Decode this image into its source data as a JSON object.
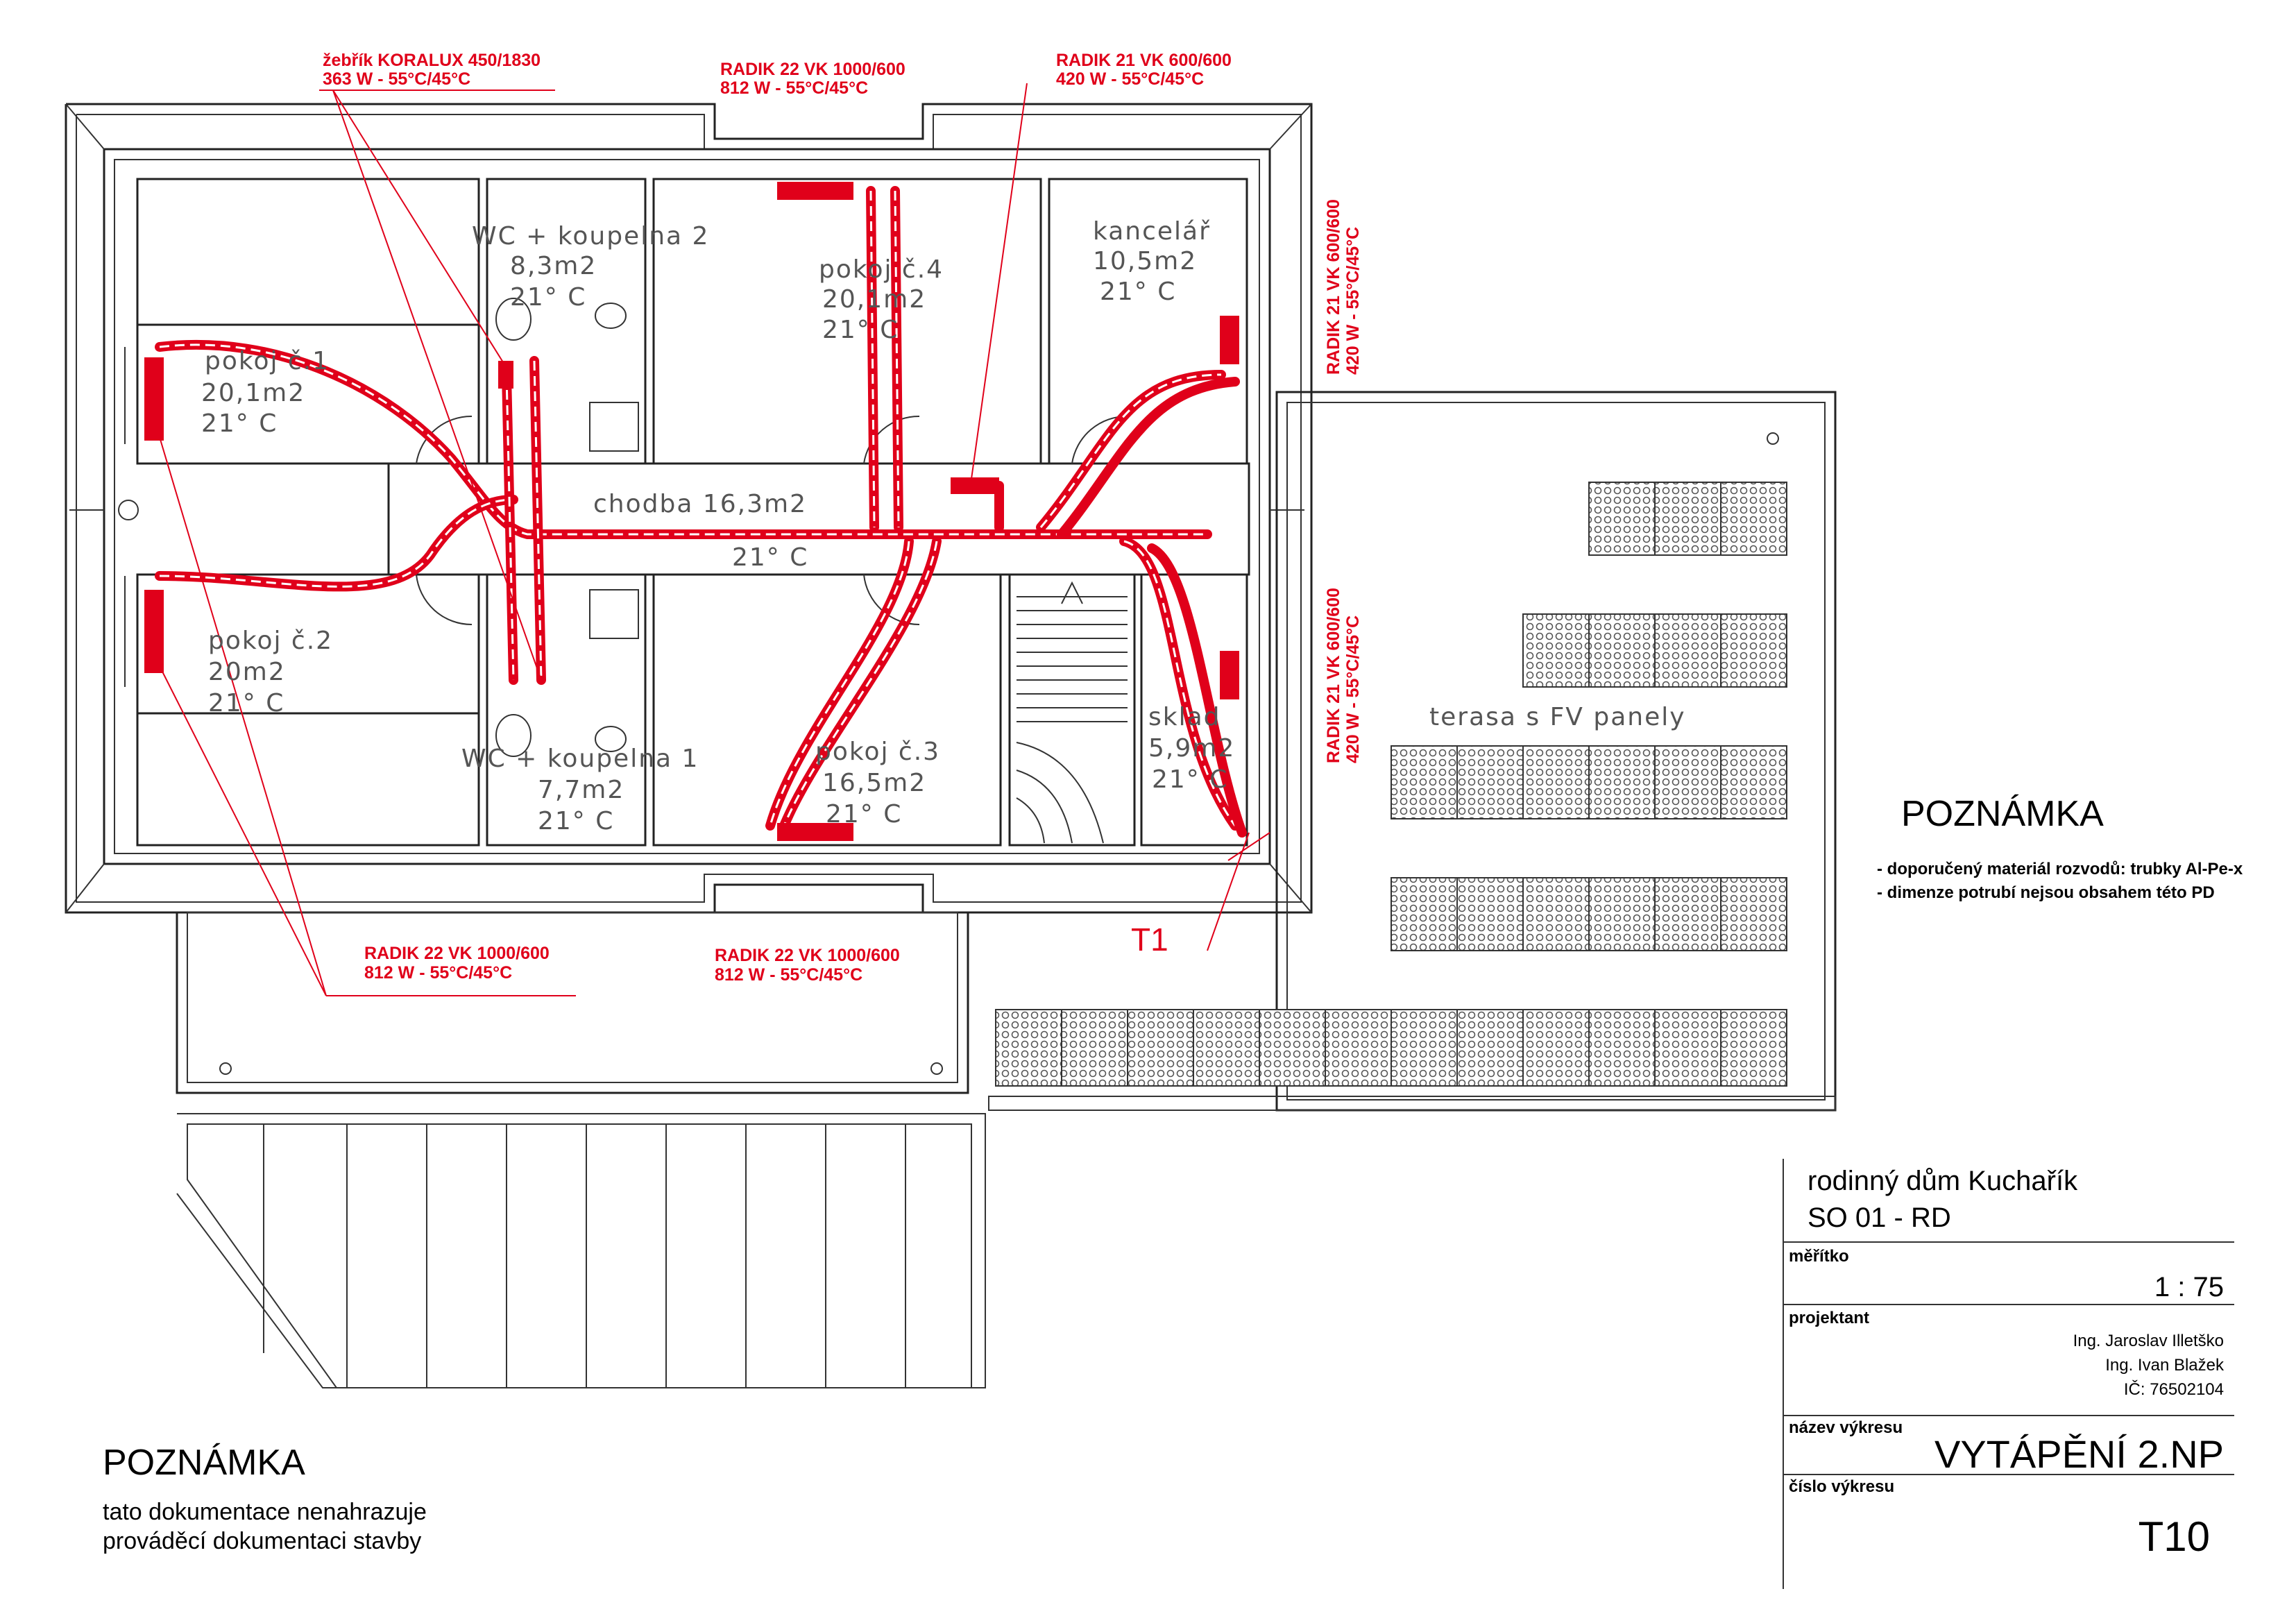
{
  "rooms": {
    "wc2": {
      "name": "WC + koupelna 2",
      "area": "8,3m2",
      "temp": "21° C"
    },
    "pokoj4": {
      "name": "pokoj č.4",
      "area": "20,1m2",
      "temp": "21° C"
    },
    "kancelar": {
      "name": "kancelář",
      "area": "10,5m2",
      "temp": "21° C"
    },
    "pokoj1": {
      "name": "pokoj č.1",
      "area": "20,1m2",
      "temp": "21° C"
    },
    "chodba": {
      "name": "chodba  16,3m2",
      "temp": "21° C"
    },
    "pokoj2": {
      "name": "pokoj č.2",
      "area": "20m2",
      "temp": "21° C"
    },
    "wc1": {
      "name": "WC + koupelna 1",
      "area": "7,7m2",
      "temp": "21° C"
    },
    "pokoj3": {
      "name": "pokoj č.3",
      "area": "16,5m2",
      "temp": "21° C"
    },
    "sklad": {
      "name": "sklad",
      "area": "5,9m2",
      "temp": "21° C"
    },
    "terasa": {
      "name": "terasa s FV panely"
    }
  },
  "radiators": {
    "r_zebrik": {
      "line1": "žebřík KORALUX 450/1830",
      "line2": "363 W -  55°C/45°C"
    },
    "r_top_mid": {
      "line1": "RADIK 22 VK 1000/600",
      "line2": "812 W -  55°C/45°C"
    },
    "r_top_right": {
      "line1": "RADIK 21 VK 600/600",
      "line2": "420 W -  55°C/45°C"
    },
    "r_side_top": {
      "line1": "RADIK 21 VK 600/600",
      "line2": "420 W -  55°C/45°C"
    },
    "r_side_bottom": {
      "line1": "RADIK 21 VK 600/600",
      "line2": "420 W -  55°C/45°C"
    },
    "r_bottom_left": {
      "line1": "RADIK 22 VK 1000/600",
      "line2": "812 W -  55°C/45°C"
    },
    "r_bottom_mid": {
      "line1": "RADIK 22 VK 1000/600",
      "line2": "812 W -  55°C/45°C"
    }
  },
  "t1_label": "T1",
  "note_right": {
    "heading": "POZNÁMKA",
    "lines": [
      "- doporučený materiál rozvodů: trubky Al-Pe-x",
      "- dimenze potrubí nejsou obsahem této PD"
    ]
  },
  "note_left": {
    "heading": "POZNÁMKA",
    "lines": [
      "tato dokumentace nenahrazuje",
      "prováděcí dokumentaci stavby"
    ]
  },
  "title_block": {
    "project": "rodinný dům Kuchařík",
    "object": "SO 01 - RD",
    "scale_label": "měřítko",
    "scale": "1 : 75",
    "designer_label": "projektant",
    "designers": [
      "Ing. Jaroslav Illetško",
      "Ing. Ivan Blažek",
      "IČ: 76502104"
    ],
    "drawing_name_label": "název výkresu",
    "drawing_name": "VYTÁPĚNÍ 2.NP",
    "drawing_number_label": "číslo výkresu",
    "drawing_number": "T10"
  },
  "colors": {
    "heating": "#e0001a",
    "walls": "#222222"
  }
}
